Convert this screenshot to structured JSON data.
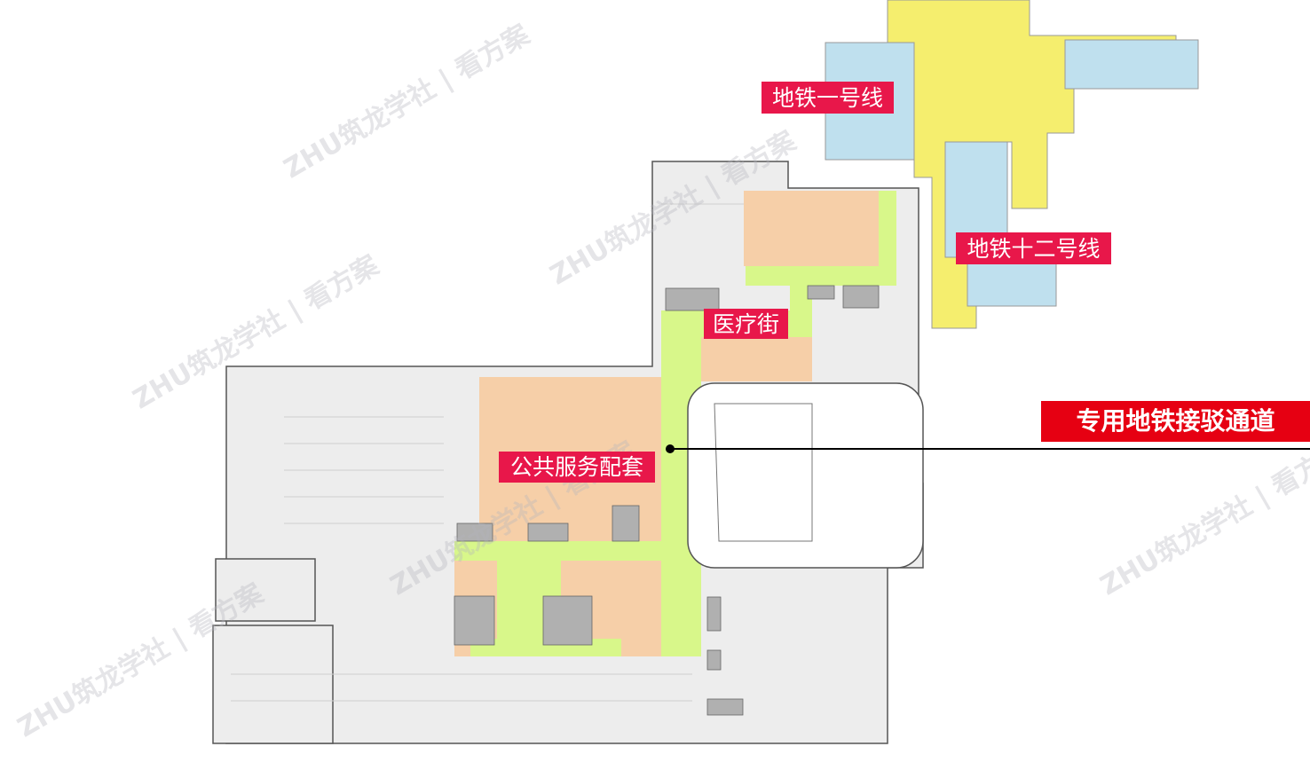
{
  "labels": {
    "metro_line_1": "地铁一号线",
    "metro_line_12": "地铁十二号线",
    "medical_street": "医疗街",
    "public_service": "公共服务配套",
    "metro_connection": "专用地铁接驳通道"
  },
  "watermark": "ZHU筑龙学社 | 看方案",
  "colors": {
    "label_pink": "#e8174a",
    "label_red": "#e60012",
    "corridor_green": "#d8f78a",
    "service_orange": "#f6cfa8",
    "metro_yellow": "#f5ee6e",
    "metro_blue": "#bfe0ee",
    "floor_gray": "#ededed"
  }
}
